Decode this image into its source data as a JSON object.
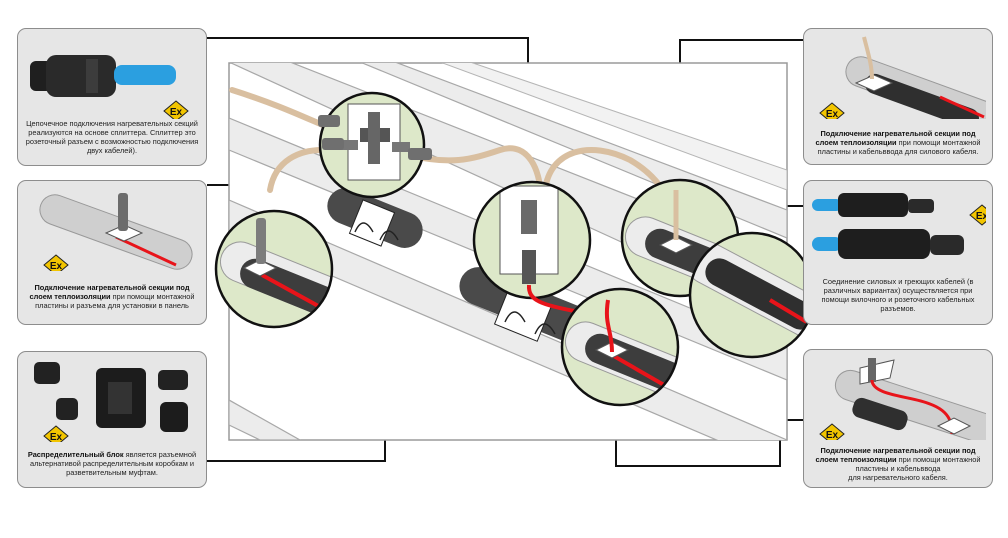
{
  "colors": {
    "heating_cable": "#e8141a",
    "power_cable": "#d9bfa0",
    "circle_fill": "#dde8c9",
    "card_bg": "#e6e6e6",
    "ex_badge": "#f2c500"
  },
  "ex_mark": "Ex",
  "callouts": {
    "top_left": {
      "text": "Цепочечное подключения нагревательных секций реализуются на основе сплиттера.  Сплиттер это розеточный разъем с возможностью подключения двух кабелей)."
    },
    "mid_left": {
      "bold": "Подключение нагревательной секции под слоем теплоизоляции",
      "text": " при помощи монтажной пластины и разъема для установки в панель"
    },
    "bottom_left": {
      "bold": "Распределительный блок",
      "text": " является разъемной альтернативой распределительным коробкам и разветвительным муфтам."
    },
    "top_right": {
      "bold": "Подключение нагревательной секции под слоем теплоизоляции",
      "text": " при помощи монтажной пластины и кабельввода для силового кабеля."
    },
    "mid_right": {
      "text": "Соединение силовых и греющих кабелей (в различных вариантах) осуществляется при помощи вилочного и розеточного кабельных разъемов."
    },
    "bottom_right": {
      "bold": "Подключение нагревательной секции под слоем теплоизоляции",
      "text": " при помощи монтажной пластины и кабельввода",
      "text2": "для нагревательного кабеля."
    }
  }
}
